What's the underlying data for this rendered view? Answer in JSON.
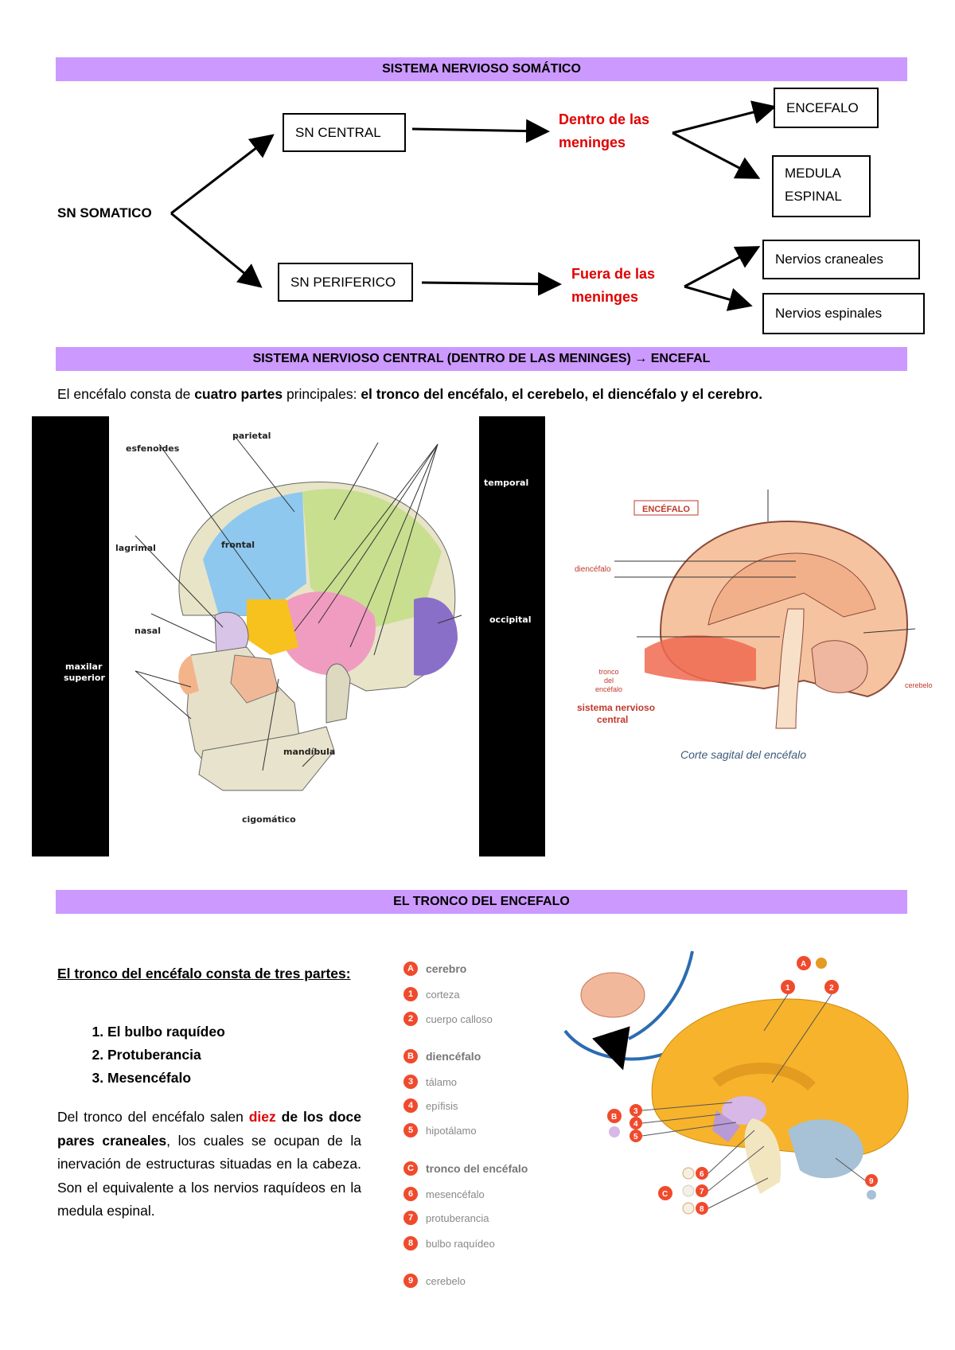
{
  "section1": {
    "title": "SISTEMA NERVIOSO SOMÁTICO"
  },
  "diagram": {
    "root": "SN SOMATICO",
    "central": "SN CENTRAL",
    "peripheral": "SN PERIFERICO",
    "inside": [
      "Dentro de las",
      "meninges"
    ],
    "outside": [
      "Fuera de las",
      "meninges"
    ],
    "encefalo": "ENCEFALO",
    "medula": [
      "MEDULA",
      "ESPINAL"
    ],
    "craneales": "Nervios craneales",
    "espinales": "Nervios espinales"
  },
  "section2": {
    "title": "SISTEMA NERVIOSO CENTRAL (DENTRO DE LAS MENINGES) → ENCEFAL",
    "intro_prefix": "El encéfalo consta de ",
    "intro_bold": "cuatro partes",
    "intro_mid": " principales: ",
    "intro_bold2": "el tronco del encéfalo, el cerebelo, el diencéfalo y el cerebro."
  },
  "skull": {
    "labels": {
      "esfenoides": "esfenoides",
      "parietal": "parietal",
      "temporal": "temporal",
      "frontal": "frontal",
      "lagrimal": "lagrimal",
      "occipital": "occipital",
      "nasal": "nasal",
      "maxilar1": "maxilar",
      "maxilar2": "superior",
      "mandibula": "mandíbula",
      "cigomatico": "cigomático"
    }
  },
  "brain_sagittal": {
    "tag": "ENCÉFALO",
    "cerebro": "cerebro",
    "diencefalo": "diencéfalo",
    "tronco1": "tronco",
    "tronco2": "del",
    "tronco3": "encéfalo",
    "sistema1": "sistema nervioso",
    "sistema2": "central",
    "cerebelo": "cerebelo",
    "caption": "Corte sagital del encéfalo"
  },
  "section3": {
    "title": "EL TRONCO DEL ENCEFALO",
    "heading": "El tronco del encéfalo consta de tres partes:",
    "parts": [
      "El bulbo raquídeo",
      "Protuberancia",
      "Mesencéfalo"
    ],
    "para": {
      "p1": "Del tronco del encéfalo salen ",
      "p2": "diez",
      "p3": " de los doce pares craneales",
      "p4": ", los cuales se ocupan de la inervación de estructuras situadas en la cabeza. Son el equivalente a los nervios raquídeos en la medula espinal."
    }
  },
  "legend": [
    {
      "key": "A",
      "label": "cerebro",
      "head": true
    },
    {
      "key": "1",
      "label": "corteza",
      "head": false
    },
    {
      "key": "2",
      "label": "cuerpo calloso",
      "head": false
    },
    {
      "key": "B",
      "label": "diencéfalo",
      "head": true
    },
    {
      "key": "3",
      "label": "tálamo",
      "head": false
    },
    {
      "key": "4",
      "label": "epífisis",
      "head": false
    },
    {
      "key": "5",
      "label": "hipotálamo",
      "head": false
    },
    {
      "key": "C",
      "label": "tronco del encéfalo",
      "head": true
    },
    {
      "key": "6",
      "label": "mesencéfalo",
      "head": false
    },
    {
      "key": "7",
      "label": "protuberancia",
      "head": false
    },
    {
      "key": "8",
      "label": "bulbo raquídeo",
      "head": false
    },
    {
      "key": "9",
      "label": "cerebelo",
      "head": false
    }
  ],
  "colors": {
    "band": "#cc99ff",
    "red": "#e00000",
    "legend_dot": "#f04a2d"
  }
}
